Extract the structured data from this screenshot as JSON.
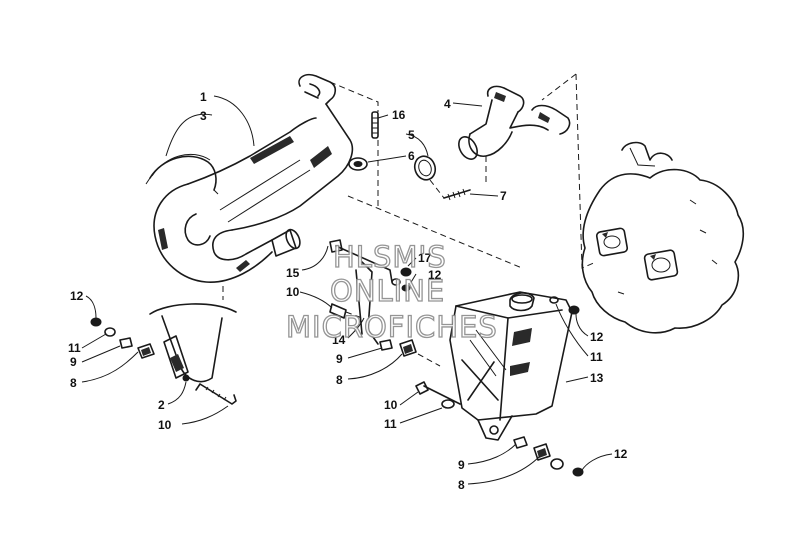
{
  "diagram": {
    "callouts": [
      {
        "id": "c1",
        "text": "1"
      },
      {
        "id": "c3",
        "text": "3"
      },
      {
        "id": "c4",
        "text": "4"
      },
      {
        "id": "c16",
        "text": "16"
      },
      {
        "id": "c5",
        "text": "5"
      },
      {
        "id": "c6",
        "text": "6"
      },
      {
        "id": "c7",
        "text": "7"
      },
      {
        "id": "c15",
        "text": "15"
      },
      {
        "id": "c17",
        "text": "17"
      },
      {
        "id": "c12a",
        "text": "12"
      },
      {
        "id": "c10a",
        "text": "10"
      },
      {
        "id": "c12b",
        "text": "12"
      },
      {
        "id": "c11a",
        "text": "11"
      },
      {
        "id": "c9a",
        "text": "9"
      },
      {
        "id": "c8a",
        "text": "8"
      },
      {
        "id": "c14",
        "text": "14"
      },
      {
        "id": "c9b",
        "text": "9"
      },
      {
        "id": "c8b",
        "text": "8"
      },
      {
        "id": "c12c",
        "text": "12"
      },
      {
        "id": "c11b",
        "text": "11"
      },
      {
        "id": "c13",
        "text": "13"
      },
      {
        "id": "c2",
        "text": "2"
      },
      {
        "id": "c10b",
        "text": "10"
      },
      {
        "id": "c10c",
        "text": "10"
      },
      {
        "id": "c11c",
        "text": "11"
      },
      {
        "id": "c9c",
        "text": "9"
      },
      {
        "id": "c8c",
        "text": "8"
      },
      {
        "id": "c12d",
        "text": "12"
      }
    ]
  },
  "watermark": {
    "line1": "HLSM'S",
    "line2": "ONLINE",
    "line3": "MICROFICHES"
  }
}
